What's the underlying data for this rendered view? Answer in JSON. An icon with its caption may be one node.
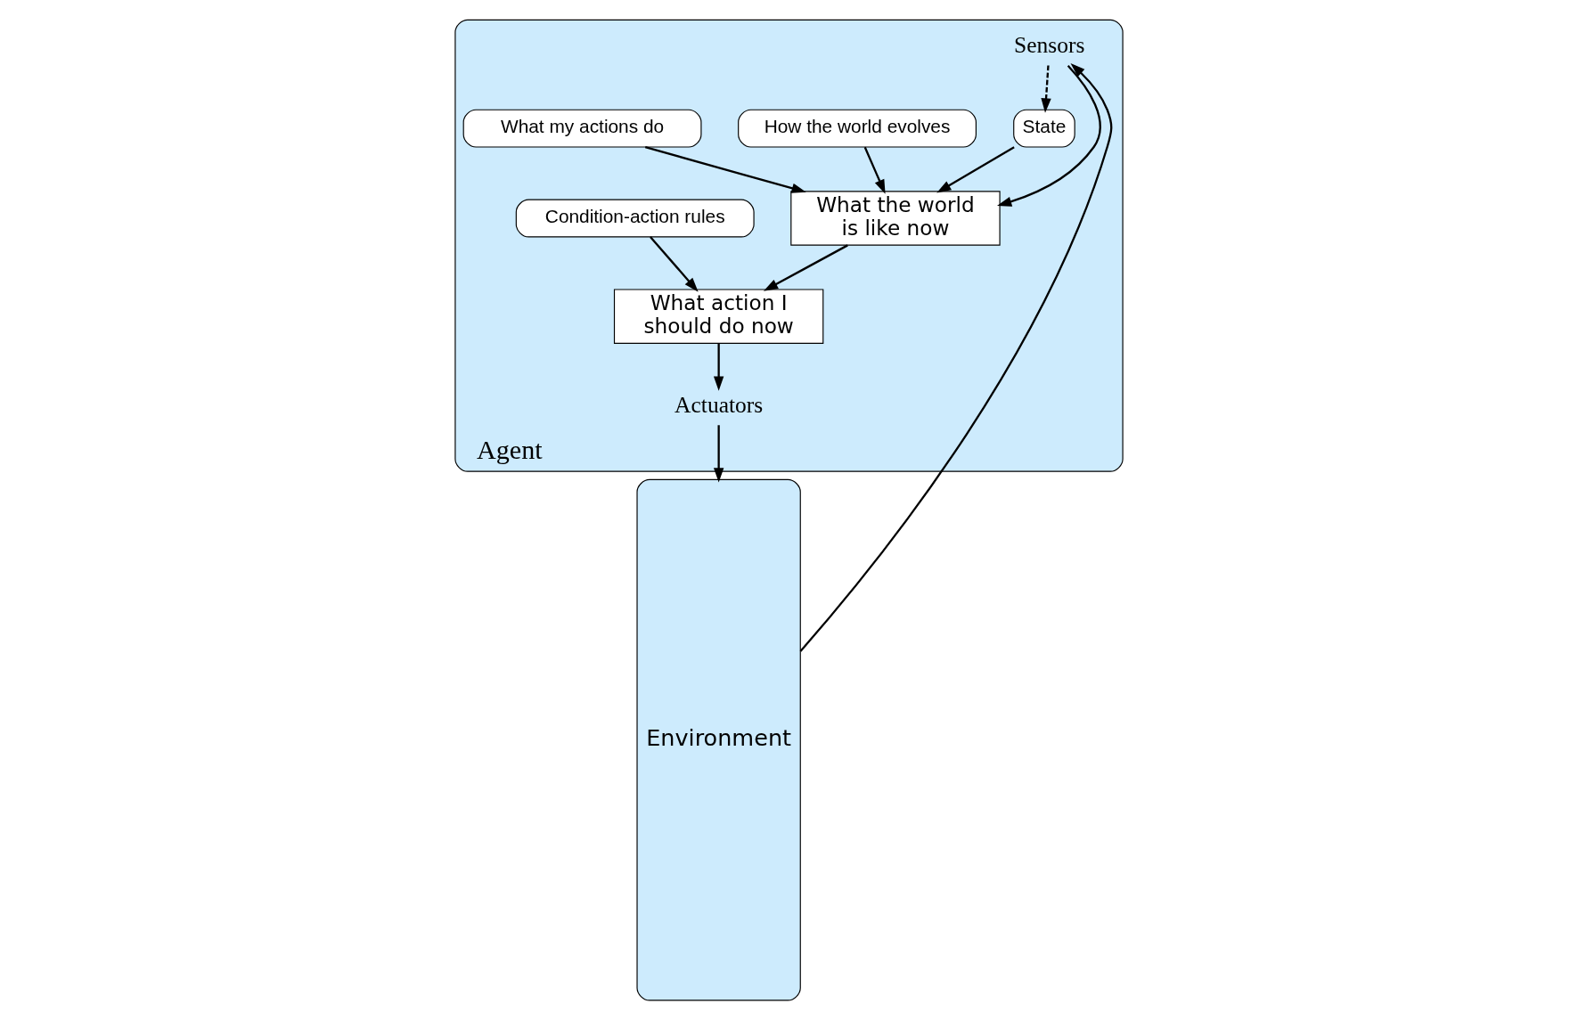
{
  "diagram": {
    "nodes": [
      {
        "text": [
          "Agent"
        ]
      },
      {
        "text": [
          "Environment"
        ]
      },
      {
        "text": [
          "Sensors"
        ],
        "in": 0
      },
      {
        "text": [
          "State"
        ],
        "in": 0
      },
      {
        "text": [
          "How the world evolves"
        ],
        "in": 0
      },
      {
        "text": [
          "What my actions do"
        ],
        "in": 0
      },
      {
        "text": [
          "What the world is like now"
        ],
        "in": 0
      },
      {
        "text": [
          "Condition-action rules"
        ],
        "in": 0
      },
      {
        "text": [
          "What action I should do now"
        ],
        "in": 0
      },
      {
        "text": [
          "Actuators"
        ],
        "in": 0
      }
    ],
    "edges": [
      {
        "from": 1,
        "to": 2,
        "arrow": "to"
      },
      {
        "from": 2,
        "to": 3,
        "arrow": "to",
        "style": "dashed"
      },
      {
        "from": 2,
        "to": 6,
        "arrow": "to"
      },
      {
        "from": 3,
        "to": 6,
        "arrow": "to"
      },
      {
        "from": 4,
        "to": 6,
        "arrow": "to"
      },
      {
        "from": 5,
        "to": 6,
        "arrow": "to"
      },
      {
        "from": 6,
        "to": 8,
        "arrow": "to"
      },
      {
        "from": 7,
        "to": 8,
        "arrow": "to"
      },
      {
        "from": 8,
        "to": 9,
        "arrow": "to"
      },
      {
        "from": 9,
        "to": 1,
        "arrow": "to"
      }
    ]
  }
}
